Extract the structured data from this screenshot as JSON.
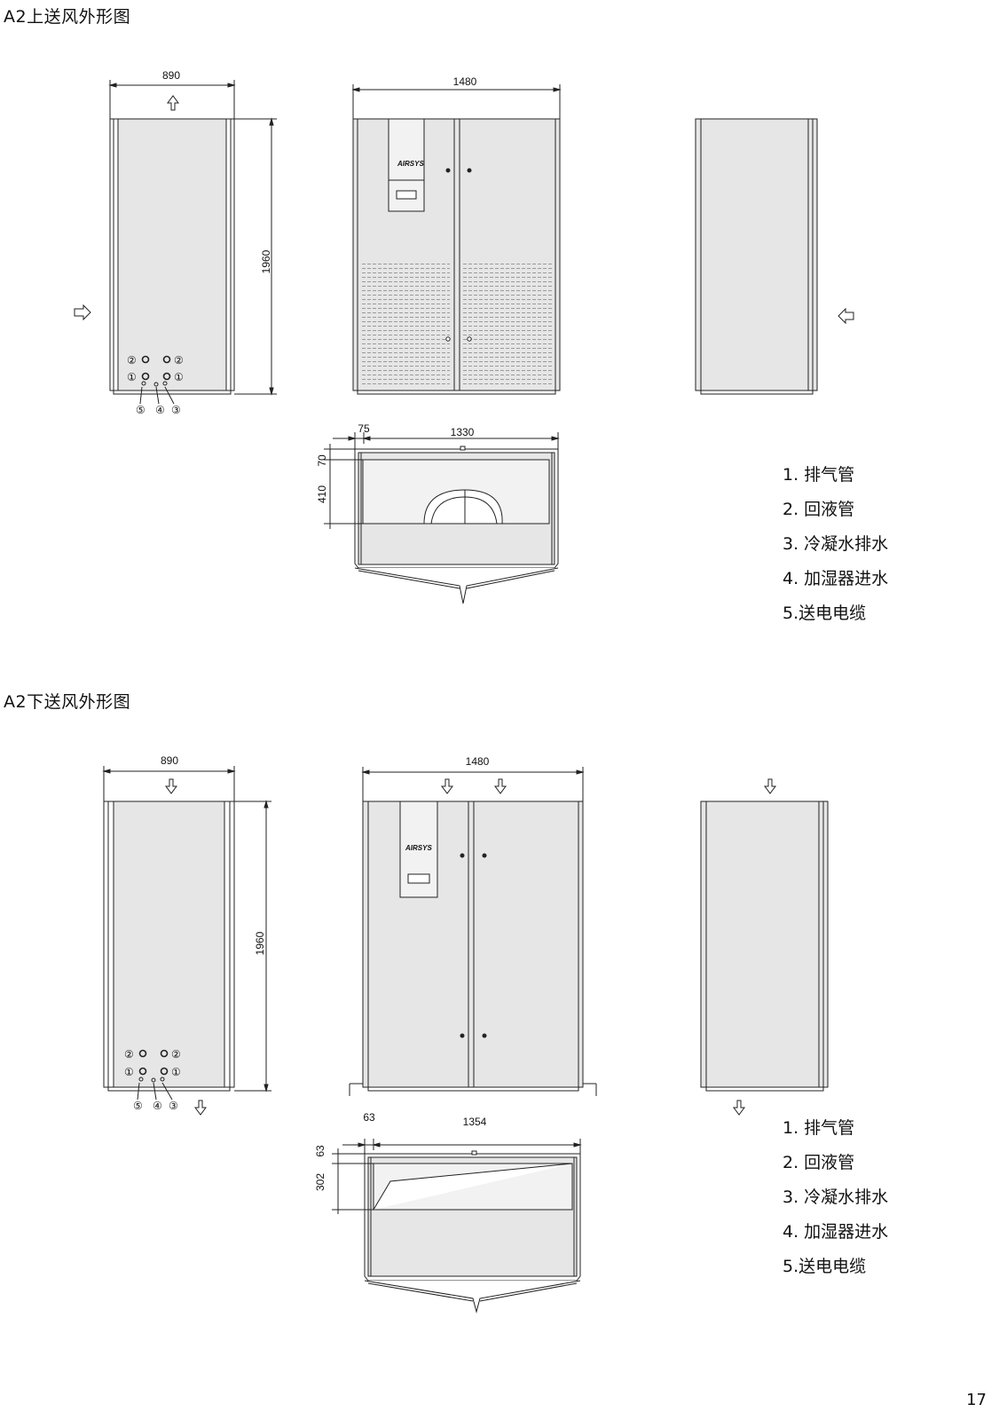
{
  "sections": [
    {
      "title": "A2上送风外形图",
      "dims": {
        "side_width": "890",
        "front_width": "1480",
        "height": "1960",
        "top_offset": "75",
        "top_width": "1330",
        "top_depth_a": "70",
        "top_depth_b": "410"
      },
      "legend": [
        "1. 排气管",
        "2. 回液管",
        "3. 冷凝水排水",
        "4. 加湿器进水",
        "5.送电电缆"
      ]
    },
    {
      "title": "A2下送风外形图",
      "dims": {
        "side_width": "890",
        "front_width": "1480",
        "height": "1960",
        "top_offset": "63",
        "top_width": "1354",
        "top_depth_a": "63",
        "top_depth_b": "302"
      },
      "legend": [
        "1. 排气管",
        "2. 回液管",
        "3. 冷凝水排水",
        "4. 加湿器进水",
        "5.送电电缆"
      ]
    }
  ],
  "port_labels": {
    "p1": "①",
    "p2": "②",
    "p3": "③",
    "p4": "④",
    "p5": "⑤"
  },
  "brand": "AIRSYS",
  "page_number": "17"
}
